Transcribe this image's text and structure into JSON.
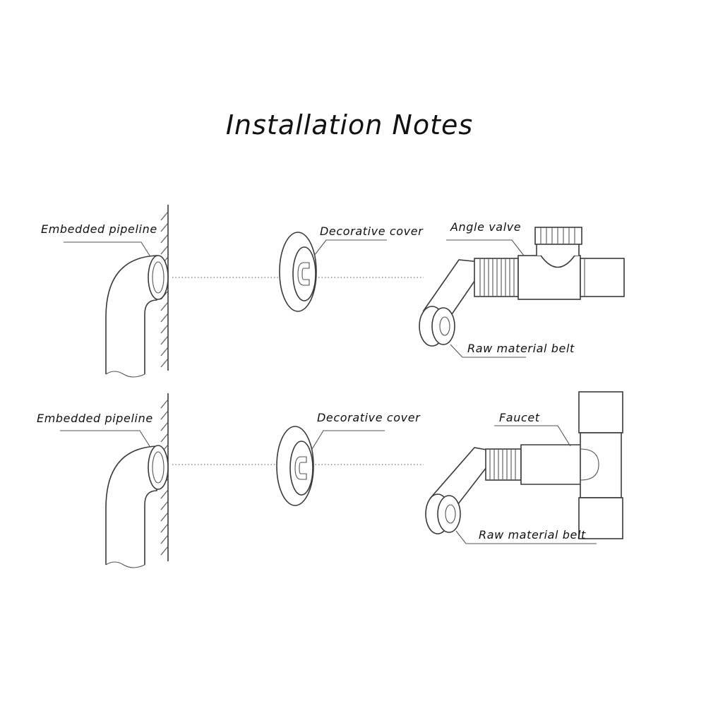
{
  "title": "Installation Notes",
  "rows": [
    {
      "pipe_label": "Embedded pipeline",
      "cover_label": "Decorative cover",
      "fixture_label": "Angle valve",
      "belt_label": "Raw material belt"
    },
    {
      "pipe_label": "Embedded pipeline",
      "cover_label": "Decorative cover",
      "fixture_label": "Faucet",
      "belt_label": "Raw material belt"
    }
  ]
}
